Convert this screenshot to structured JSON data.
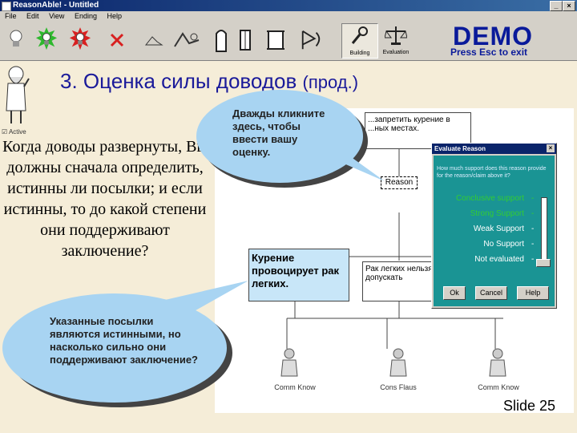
{
  "window": {
    "title": "ReasonAble! - Untitled",
    "btn_min": "_",
    "btn_close": "×"
  },
  "menu": [
    "File",
    "Edit",
    "View",
    "Ending",
    "Help"
  ],
  "toolbar": {
    "building_label": "Building",
    "evaluation_label": "Evaluation"
  },
  "demo": {
    "title": "DEMO",
    "subtitle": "Press Esc to exit"
  },
  "slide": {
    "title": "3. Оценка силы доводов",
    "title_small": "(прод.)",
    "left_text": "Когда доводы развернуты, Вы должны сначала определить, истинны ли посылки; и если истинны, то до какой степени они поддерживают заключение?",
    "checkbox_label": "Active",
    "number": "Slide 25"
  },
  "callouts": {
    "top": "Дважды кликните здесь, чтобы ввести вашу оценку.",
    "bottom": "Указанные посылки являются истинными, но насколько сильно они поддерживают заключение?"
  },
  "diagram": {
    "top_box": "...запретить курение в ...ных местах.",
    "reason_label": "Reason",
    "left_box": "Курение провоцирует рак легких.",
    "right_box": "Рак легких нельзя допускать",
    "personas": [
      "Comm Know",
      "Cons Flaus",
      "Comm Know"
    ]
  },
  "dialog": {
    "title": "Evaluate Reason",
    "question": "How much support does this reason provide for the reason/claim above it?",
    "options": [
      "Conclusive support",
      "Strong Support",
      "Weak Support",
      "No Support",
      "Not evaluated"
    ],
    "option_dash": "-",
    "ok": "Ok",
    "cancel": "Cancel",
    "help": "Help"
  }
}
